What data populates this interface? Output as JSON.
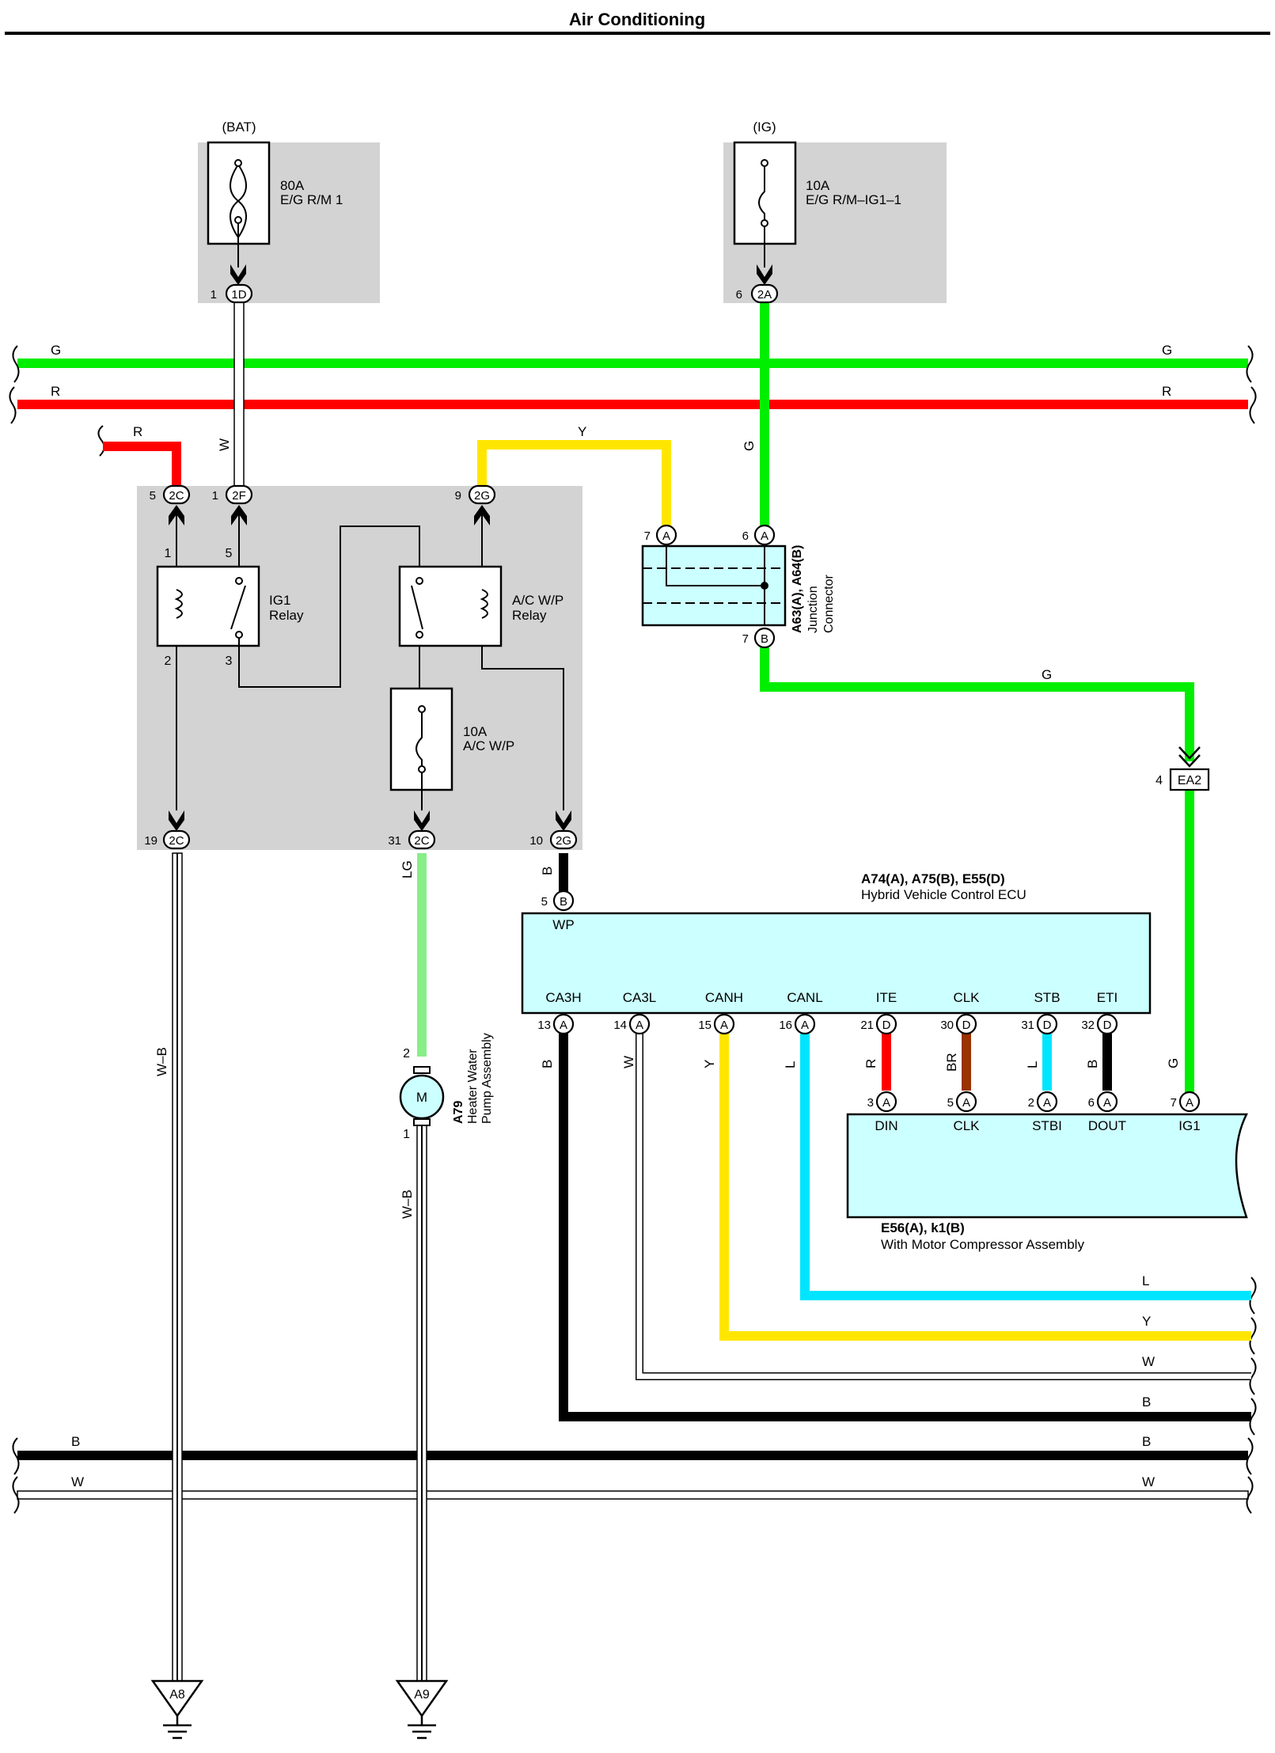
{
  "title": "Air Conditioning",
  "sources": {
    "bat": "(BAT)",
    "ig": "(IG)"
  },
  "fuses": {
    "f80": {
      "amp": "80A",
      "name": "E/G R/M 1"
    },
    "f10ig": {
      "amp": "10A",
      "name": "E/G R/M–IG1–1"
    },
    "f10wp": {
      "amp": "10A",
      "name": "A/C W/P"
    }
  },
  "relays": {
    "ig1": {
      "line1": "IG1",
      "line2": "Relay",
      "pins": [
        "1",
        "5",
        "2",
        "3"
      ]
    },
    "acwp": {
      "line1": "A/C W/P",
      "line2": "Relay"
    }
  },
  "connectors": {
    "c1d": {
      "pin": "1",
      "code": "1D"
    },
    "c2a": {
      "pin": "6",
      "code": "2A"
    },
    "c2c5": {
      "pin": "5",
      "code": "2C"
    },
    "c2f": {
      "pin": "1",
      "code": "2F"
    },
    "c2g9": {
      "pin": "9",
      "code": "2G"
    },
    "c2c19": {
      "pin": "19",
      "code": "2C"
    },
    "c2c31": {
      "pin": "31",
      "code": "2C"
    },
    "c2g10": {
      "pin": "10",
      "code": "2G"
    },
    "ea2": {
      "pin": "4",
      "code": "EA2"
    }
  },
  "junction": {
    "code": "A63(A), A64(B)",
    "line1": "Junction",
    "line2": "Connector",
    "pins": [
      {
        "num": "7",
        "code": "A"
      },
      {
        "num": "6",
        "code": "A"
      },
      {
        "num": "7",
        "code": "B"
      }
    ]
  },
  "ecu": {
    "code": "A74(A), A75(B), E55(D)",
    "name": "Hybrid Vehicle Control ECU",
    "wp": {
      "num": "5",
      "code": "B",
      "label": "WP"
    },
    "terminals": [
      {
        "label": "CA3H",
        "num": "13",
        "code": "A"
      },
      {
        "label": "CA3L",
        "num": "14",
        "code": "A"
      },
      {
        "label": "CANH",
        "num": "15",
        "code": "A"
      },
      {
        "label": "CANL",
        "num": "16",
        "code": "A"
      },
      {
        "label": "ITE",
        "num": "21",
        "code": "D"
      },
      {
        "label": "CLK",
        "num": "30",
        "code": "D"
      },
      {
        "label": "STB",
        "num": "31",
        "code": "D"
      },
      {
        "label": "ETI",
        "num": "32",
        "code": "D"
      }
    ]
  },
  "compressor": {
    "code": "E56(A), k1(B)",
    "name": "With Motor Compressor Assembly",
    "terminals": [
      {
        "label": "DIN",
        "num": "3",
        "code": "A"
      },
      {
        "label": "CLK",
        "num": "5",
        "code": "A"
      },
      {
        "label": "STBI",
        "num": "2",
        "code": "A"
      },
      {
        "label": "DOUT",
        "num": "6",
        "code": "A"
      },
      {
        "label": "IG1",
        "num": "7",
        "code": "A"
      }
    ]
  },
  "pump": {
    "code": "A79",
    "line1": "Heater Water",
    "line2": "Pump Assembly",
    "symbol": "M",
    "pin_top": "2",
    "pin_bottom": "1"
  },
  "grounds": [
    "A8",
    "A9"
  ],
  "wires": {
    "g": "G",
    "r": "R",
    "y": "Y",
    "w": "W",
    "b": "B",
    "l": "L",
    "lg": "LG",
    "wb": "W–B",
    "br": "BR"
  },
  "colors": {
    "G": "#00ee00",
    "R": "#ff0000",
    "Y": "#ffe600",
    "B": "#000000",
    "L": "#00e5ff",
    "LG": "#88ee88",
    "BR": "#993300",
    "panel": "#d3d3d3",
    "component": "#ccffff"
  }
}
